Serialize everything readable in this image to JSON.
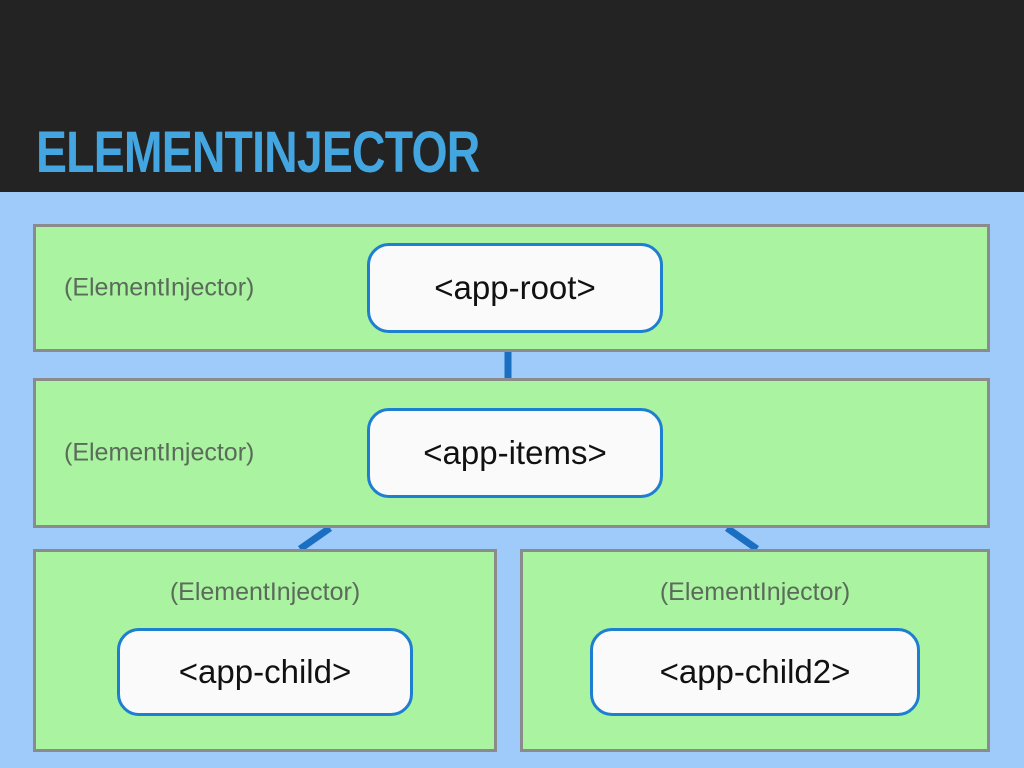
{
  "slide": {
    "title": "ELEMENTINJECTOR",
    "header_bg": "#232323",
    "title_color": "#44a6e0",
    "canvas_bg": "#9ecbfa"
  },
  "theme": {
    "scope_fill": "#aaf3a0",
    "scope_border": "#8b8b8b",
    "scope_label_color": "#5a6b5a",
    "node_fill": "#fafafa",
    "node_border": "#1e7fd0",
    "node_text_color": "#111111",
    "connector_color": "#1b6fc2"
  },
  "diagram": {
    "type": "tree",
    "scopes": [
      {
        "id": "root",
        "label": "(ElementInjector)",
        "label_align": "left",
        "node": "<app-root>"
      },
      {
        "id": "items",
        "label": "(ElementInjector)",
        "label_align": "left",
        "node": "<app-items>"
      },
      {
        "id": "child",
        "label": "(ElementInjector)",
        "label_align": "center",
        "node": "<app-child>"
      },
      {
        "id": "child2",
        "label": "(ElementInjector)",
        "label_align": "center",
        "node": "<app-child2>"
      }
    ],
    "edges": [
      {
        "from": "root",
        "to": "items",
        "style": "vertical"
      },
      {
        "from": "items",
        "to": "child",
        "style": "diagonal"
      },
      {
        "from": "items",
        "to": "child2",
        "style": "diagonal"
      }
    ]
  }
}
